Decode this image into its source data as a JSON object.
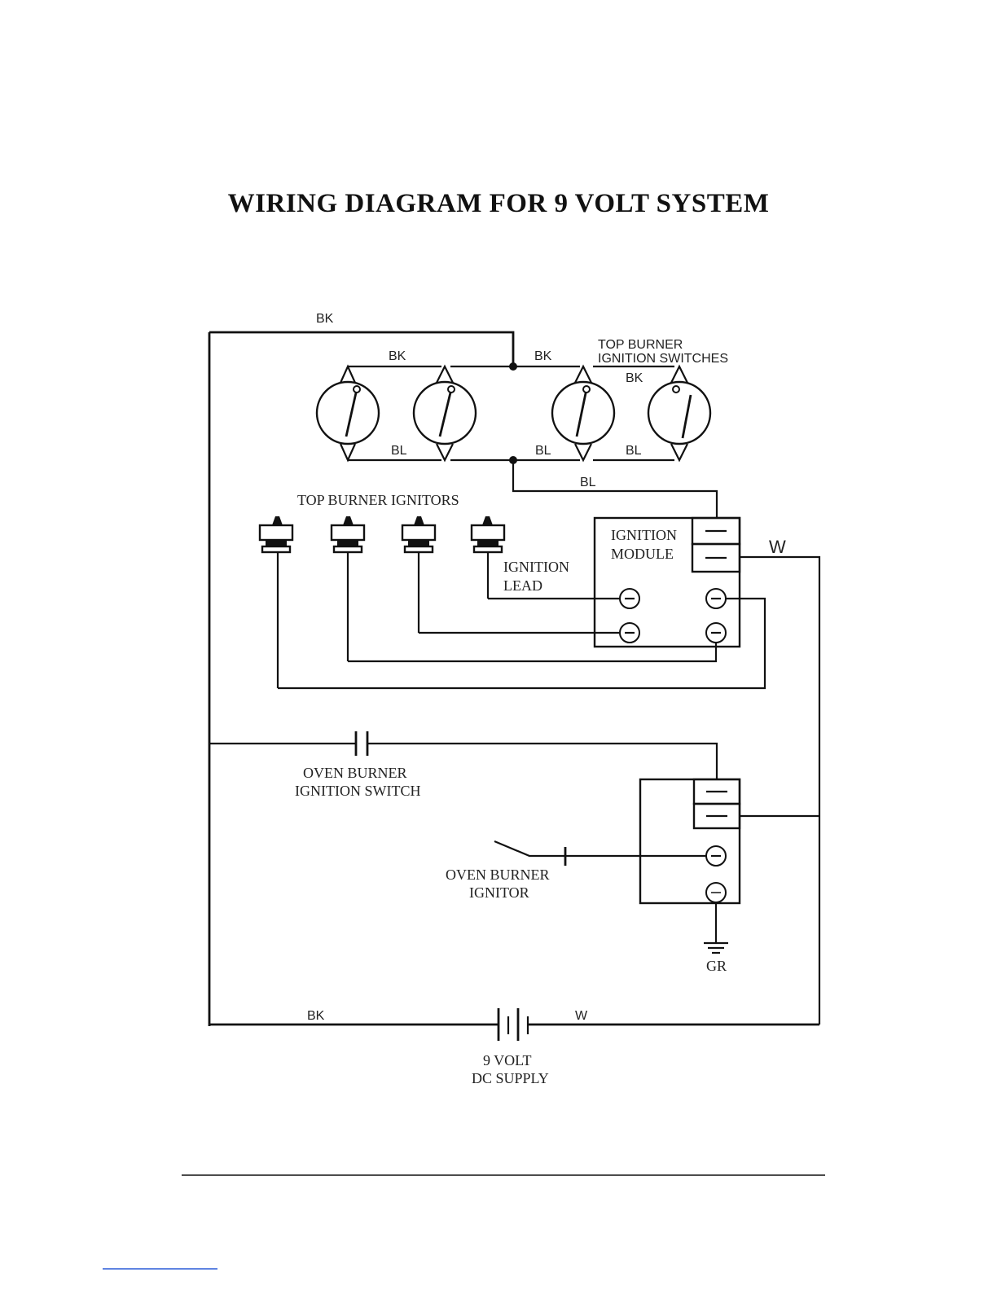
{
  "title": "WIRING DIAGRAM FOR 9 VOLT SYSTEM",
  "wire_codes": {
    "bk_top": "BK",
    "bk_left": "BK",
    "bk_mid": "BK",
    "bk_right": "BK",
    "bl_left": "BL",
    "bl_mid": "BL",
    "bl_right": "BL",
    "bl_lower": "BL",
    "w_module": "W",
    "bk_bottom": "BK",
    "w_bottom": "W"
  },
  "labels": {
    "switches_line1": "TOP BURNER",
    "switches_line2": "IGNITION SWITCHES",
    "ignitors": "TOP BURNER IGNITORS",
    "module_line1": "IGNITION",
    "module_line2": "MODULE",
    "lead_line1": "IGNITION",
    "lead_line2": "LEAD",
    "oven_switch_line1": "OVEN BURNER",
    "oven_switch_line2": "IGNITION SWITCH",
    "oven_ignitor_line1": "OVEN BURNER",
    "oven_ignitor_line2": "IGNITOR",
    "ground": "GR",
    "supply_line1": "9 VOLT",
    "supply_line2": "DC SUPPLY"
  },
  "components": {
    "top_burner_switch_count": 4,
    "top_burner_ignitor_count": 4
  }
}
